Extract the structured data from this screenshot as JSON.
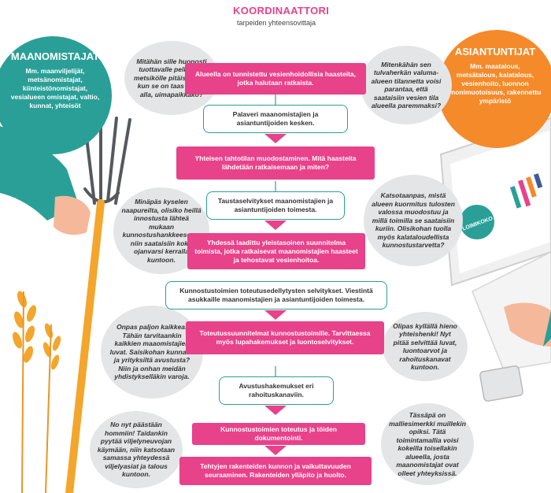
{
  "header": {
    "title": "KOORDINAATTORI",
    "subtitle": "tarpeiden yhteensovittaja"
  },
  "left_role": {
    "title": "MAANOMISTAJAT",
    "text": "Mm. maanviljelijät, metsänomistajat, kiinteistönomistajat, vesialueen omistajat, valtio, kunnat, yhteisöt"
  },
  "right_role": {
    "title": "ASIANTUNTIJAT",
    "text": "Mm. maatalous, metsätalous, kalatalous, vesienhoito, luonnon monimuotoisuus, rakennettu ympäristö"
  },
  "bubbles": {
    "l1": "Mitähän sille huonosti tuottavalle pellolle ja metsikölle pitäisi tehdä, kun se on taas tulvan alla, uimapaikkako?",
    "l2": "Minäpäs kyselen naapureilta, olisiko heillä innostusta lähteä mukaan kunnostushankkeeseen, niin saataisiin koko ojanvarsi kerralla kuntoon.",
    "l3": "Onpas paljon kaikkea! Tähän tarvitaankin kaikkien maaomistajien luvat. Saisikohan kunnalta ja yrityksiltä avustusta? Niin ja onhan meidän yhdistykselläkin varoja.",
    "l4": "No nyt päästään hommiin! Taidankin pyytää viljelyneuvojan käymään, niin katsotaan samassa yhteydessä viljelyasiat ja talous kuntoon.",
    "r1": "Mitenkähän sen tulvaherkän valuma-alueen tilannetta voisi parantaa, että saataisiin vesien tila alueella paremmaksi?",
    "r2": "Katsotaanpas, mistä alueen kuormitus tulosten valossa muodostuu ja millä toimilla se saataisiin kuriin. Olisikohan tuolla myös kalataloudellista kunnostustarvetta?",
    "r3": "Olipas kyllällä hieno yhteishenki! Nyt pitää selvittää luvat, luontoarvot ja rahoituskanavat kuntoon.",
    "r4": "Tässäpä on malliesimerkki muillekin opiksi. Tätä toimintamallia voisi kokeilla toisellakin alueella, josta maanomistajat ovat olleet yhteyksissä."
  },
  "steps": [
    "Alueella on tunnistettu vesienhoidollisia haasteita, jotka halutaan ratkaista.",
    "Palaveri maanomistajien ja asiantuntijoiden kesken.",
    "Yhteisen tahtotilan muodostaminen. Mitä haasteita lähdetään ratkaisemaan ja miten?",
    "Taustaselvitykset maanomistajien ja asiantuntijoiden toimesta.",
    "Yhdessä laadittu yleistasoinen suunnitelma toimista, jotka ratkaisevat maanomistajien haasteet ja tehostavat vesienhoitoa.",
    "Kunnostustoimien toteutusedellytysten selvitykset. Viestintä asukkaille maanomistajien ja asiantuntijoiden toimesta.",
    "Toteutussuunnitelmat kunnostustoimille. Tarvittaessa myös lupahakemukset ja luontoselvitykset.",
    "Avustushakemukset eri rahoituskanaviin.",
    "Kunnostustoimien toteutus ja töiden dokumentointi.",
    "Tehtyjen rakenteiden kunnon ja vaikuttavuuden seuraaminen. Rakenteiden ylläpito ja huolto."
  ],
  "colors": {
    "pink": "#e8428a",
    "teal": "#2a9f97",
    "orange": "#f58a2a",
    "bubble": "#e4e5e6"
  }
}
